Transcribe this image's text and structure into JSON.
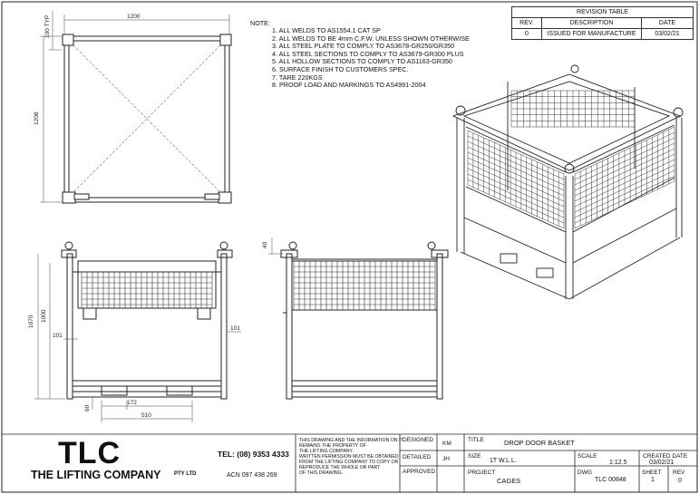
{
  "notes": {
    "heading": "NOTE:",
    "items": [
      "1. ALL WELDS TO AS1554.1 CAT SP",
      "2. ALL WELDS TO BE 4mm C.F.W. UNLESS SHOWN OTHERWISE",
      "3. ALL STEEL PLATE TO COMPLY TO AS3678-GR250/GR350",
      "4. ALL STEEL SECTIONS TO COMPLY TO AS3679-GR300 PLUS",
      "5. ALL HOLLOW SECTIONS TO COMPLY TO AS1163-GR350",
      "6. SURFACE FINISH TO CUSTOMERS SPEC.",
      "7. TARE 220KGS",
      "8. PROOF LOAD AND MARKINGS TO AS4991-2004"
    ]
  },
  "revision_table": {
    "title": "REVISION TABLE",
    "headers": [
      "REV.",
      "DESCRIPTION",
      "DATE"
    ],
    "rows": [
      [
        "0",
        "ISSUED FOR MANUFACTURE",
        "03/02/21"
      ]
    ]
  },
  "dimensions": {
    "top_width": "1200",
    "top_depth": "1208",
    "top_typ": "100 TYP",
    "front_height_total": "1070",
    "front_height": "1000",
    "front_left_offset": "101",
    "front_right_offset": "101",
    "front_fork_gap": "172",
    "front_fork_span": "510",
    "front_fork_height": "60",
    "side_top": "40"
  },
  "title_block": {
    "company_logo": "TLC",
    "company_name": "THE LIFTING COMPANY",
    "company_suffix": "PTY LTD",
    "phone": "TEL: (08) 9353 4333",
    "acn": "ACN 097 438 269",
    "disclaimer": [
      "THIS DRAWING AND THE INFORMATION ON IT",
      "REMAINS THE PROPERTY OF",
      "THE LIFTING COMPANY.",
      "WRITTEN PERMISSION MUST BE OBTAINED",
      "FROM THE LIFTING COMPANY TO COPY OR",
      "REPRODUCE THE WHOLE OR PART",
      "OF THIS DRAWING."
    ],
    "designed_label": "DESIGNED",
    "designed_value": "KM",
    "detailed_label": "DETAILED",
    "detailed_value": "JH",
    "approved_label": "APPROVED",
    "approved_value": "",
    "title_label": "TITLE",
    "title_value": "DROP DOOR BASKET",
    "size_label": "SIZE",
    "size_value": "1T W.L.L.",
    "scale_label": "SCALE",
    "scale_value": "1:12.5",
    "created_label": "CREATED DATE",
    "created_value": "03/02/21",
    "project_label": "PROJECT",
    "project_value": "CAGES",
    "dwg_label": "DWG",
    "dwg_value": "TLC 00848",
    "sheet_label": "SHEET",
    "sheet_value": "1",
    "rev_label": "REV",
    "rev_value": "0"
  }
}
